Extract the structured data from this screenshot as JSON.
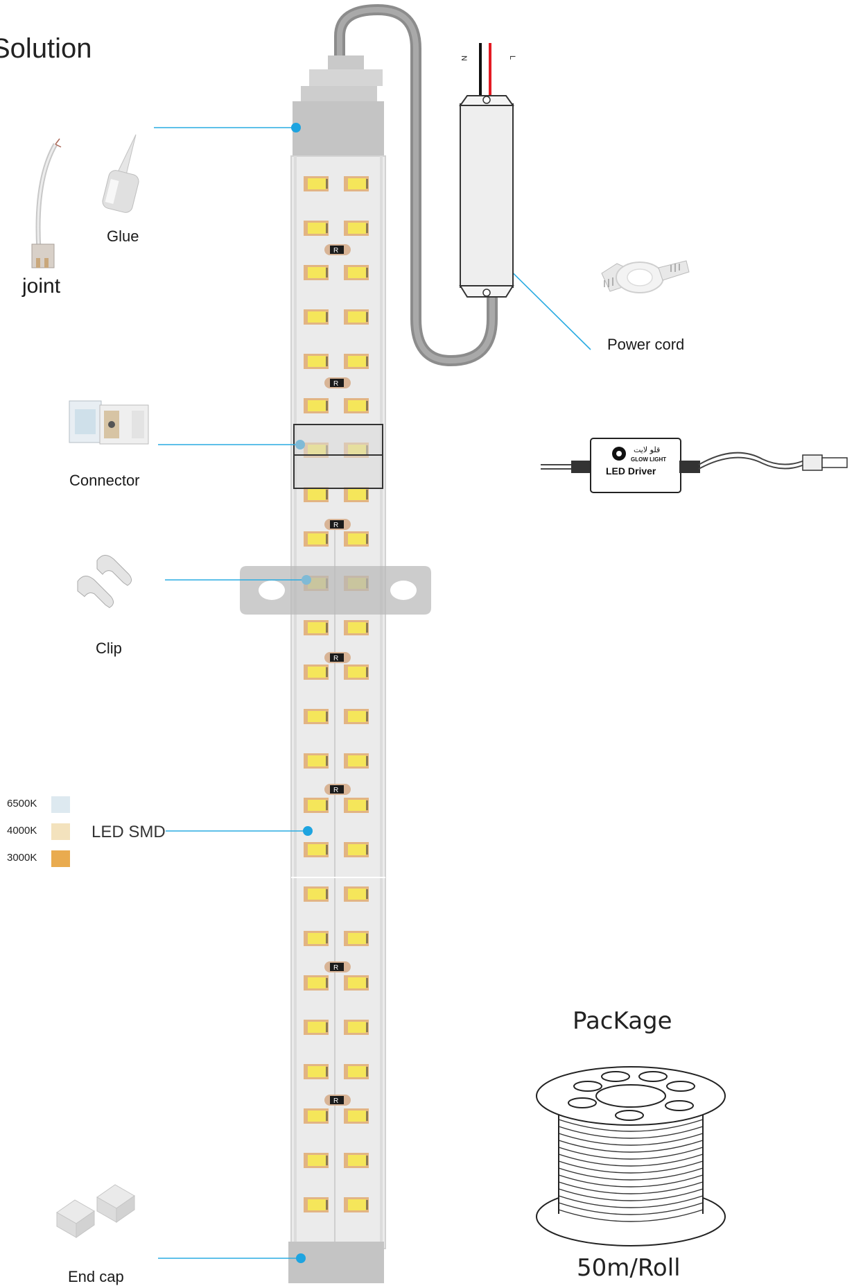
{
  "title": "Solution",
  "components": {
    "joint": "joint",
    "glue": "Glue",
    "connector": "Connector",
    "clip": "Clip",
    "led_smd": "LED SMD",
    "end_cap": "End cap",
    "power_cord": "Power cord"
  },
  "color_temperatures": [
    {
      "label": "6500K",
      "color": "#dde9f0"
    },
    {
      "label": "4000K",
      "color": "#f3e2bd"
    },
    {
      "label": "3000K",
      "color": "#e9ab4f"
    }
  ],
  "driver": {
    "brand_ar": "قلو لايت",
    "brand_en": "GLOW LIGHT",
    "label": "LED Driver"
  },
  "power_wire_labels": {
    "n": "N",
    "l": "L"
  },
  "resistor_mark": "R",
  "package": {
    "title": "PacKage",
    "length": "50m/Roll"
  },
  "colors": {
    "callout_line": "#29abe2",
    "callout_dot": "#1ea4e0",
    "led_yellow": "#f5e65a",
    "led_frame": "#e2b483",
    "strip_gray": "#ebebeb",
    "cable_gray": "#8c8c8c"
  }
}
